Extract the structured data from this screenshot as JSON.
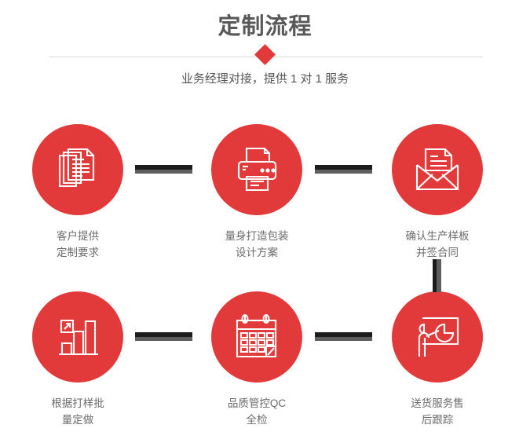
{
  "header": {
    "title": "定制流程",
    "subtitle": "业务经理对接，提供 1 对 1 服务",
    "divider_icon": "diamond-icon"
  },
  "colors": {
    "accent_red": "#e23a3a",
    "title_gray": "#585858",
    "label_gray": "#6b6b6b",
    "rule_gray": "#d8d8d8",
    "connector_dark": "#1c1c1c",
    "connector_light": "#5e5e5e"
  },
  "steps": [
    {
      "index": 1,
      "icon": "documents-stack-icon",
      "label": "客户提供\n定制要求"
    },
    {
      "index": 2,
      "icon": "printer-icon",
      "label": "量身打造包装\n设计方案"
    },
    {
      "index": 3,
      "icon": "envelope-letter-icon",
      "label": "确认生产样板\n并签合同"
    },
    {
      "index": 4,
      "icon": "bar-chart-growth-icon",
      "label": "根据打样批\n量定做"
    },
    {
      "index": 5,
      "icon": "calendar-icon",
      "label": "品质管控QC\n全检"
    },
    {
      "index": 6,
      "icon": "presenter-chart-icon",
      "label": "送货服务售\n后跟踪"
    }
  ],
  "connectors": [
    {
      "name": "connector-step1-step2",
      "orientation": "horizontal"
    },
    {
      "name": "connector-step2-step3",
      "orientation": "horizontal"
    },
    {
      "name": "connector-step3-step6",
      "orientation": "vertical"
    },
    {
      "name": "connector-step4-step5",
      "orientation": "horizontal"
    },
    {
      "name": "connector-step5-step6",
      "orientation": "horizontal"
    }
  ]
}
